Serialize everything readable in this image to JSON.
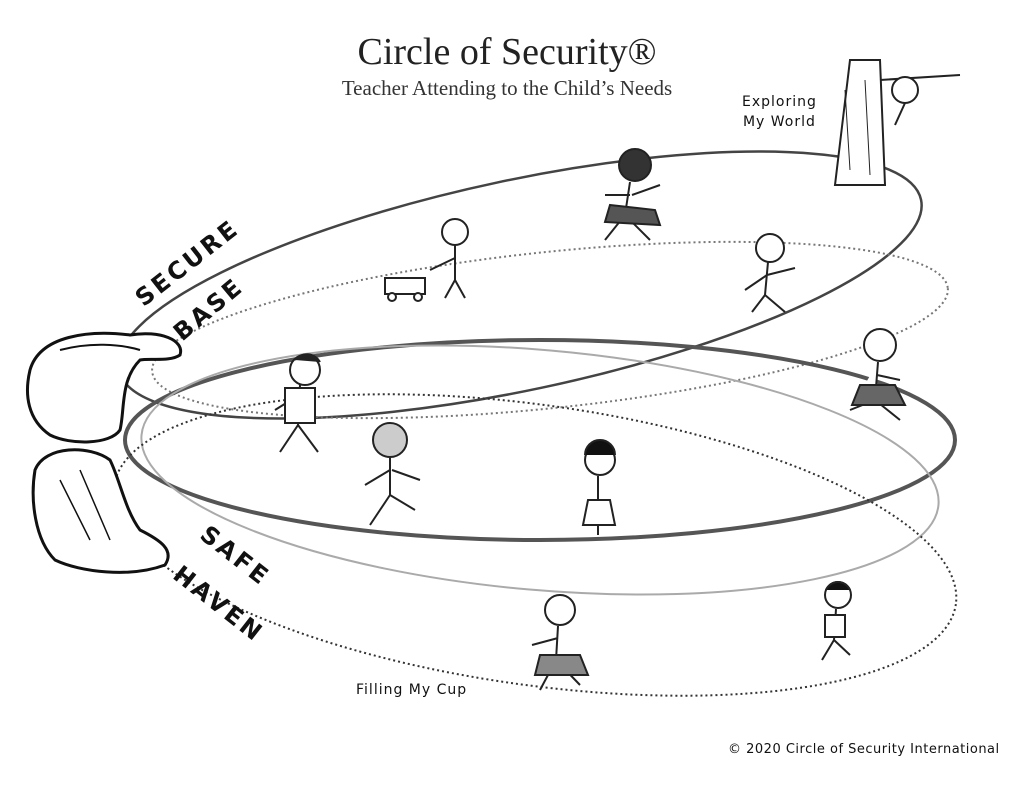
{
  "title": "Circle of Security®",
  "subtitle": "Teacher Attending to the Child’s Needs",
  "labels": {
    "exploring_line1": "Exploring",
    "exploring_line2": "My World",
    "secure": "SECURE",
    "base": "BASE",
    "safe": "SAFE",
    "haven": "HAVEN",
    "filling_cup": "Filling My Cup"
  },
  "copyright": "© 2020 Circle of Security International"
}
